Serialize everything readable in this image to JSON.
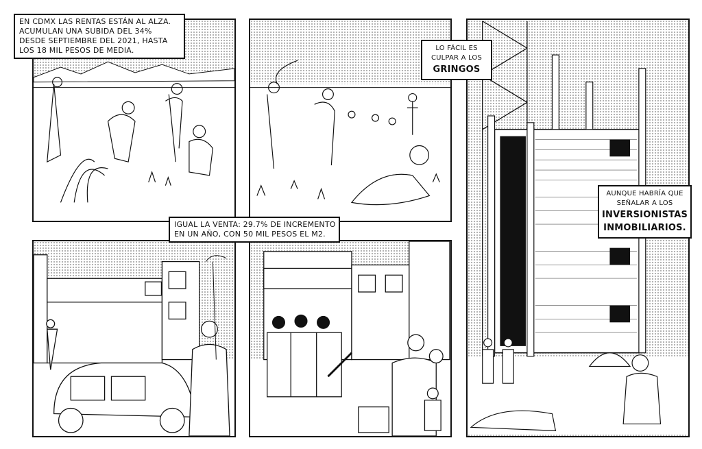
{
  "captions": {
    "panel1": [
      "EN CDMX LAS RENTAS ESTÁN AL ALZA.",
      "ACUMULAN UNA SUBIDA DEL 34%",
      "DESDE SEPTIEMBRE DEL 2021, HASTA",
      "LOS 18 MIL PESOS DE MEDIA."
    ],
    "panel2": [
      "LO FÁCIL ES",
      "CULPAR A LOS",
      "GRINGOS"
    ],
    "panel4": [
      "IGUAL LA VENTA: 29.7% DE INCREMENTO",
      "EN UN AÑO, CON 50 MIL PESOS EL M2."
    ],
    "panel3": [
      "AUNQUE HABRÍA QUE",
      "SEÑALAR A LOS",
      "INVERSIONISTAS",
      "INMOBILIARIOS."
    ]
  }
}
